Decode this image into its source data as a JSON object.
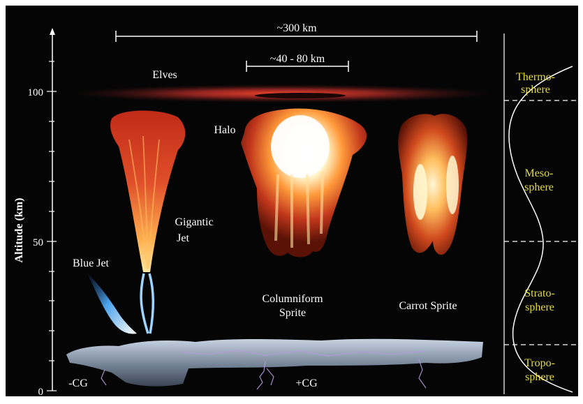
{
  "diagram": {
    "y_axis": {
      "label": "Altitude (km)",
      "ticks": [
        {
          "value": 0,
          "label": "0"
        },
        {
          "value": 50,
          "label": "50"
        },
        {
          "value": 100,
          "label": "100"
        }
      ]
    },
    "scales": {
      "width_300": "~300 km",
      "width_40_80": "~40 - 80 km"
    },
    "phenomena": {
      "elves": "Elves",
      "halo": "Halo",
      "gigantic_jet": [
        "Gigantic",
        "Jet"
      ],
      "blue_jet": "Blue Jet",
      "columniform_sprite": [
        "Columniform",
        "Sprite"
      ],
      "carrot_sprite": "Carrot Sprite",
      "neg_cg": "-CG",
      "pos_cg": "+CG"
    },
    "layers": [
      {
        "name": "thermosphere",
        "lines": [
          "Thermo-",
          "sphere"
        ]
      },
      {
        "name": "mesosphere",
        "lines": [
          "Meso-",
          "sphere"
        ]
      },
      {
        "name": "stratosphere",
        "lines": [
          "Strato-",
          "sphere"
        ]
      },
      {
        "name": "troposphere",
        "lines": [
          "Tropo-",
          "sphere"
        ]
      }
    ],
    "colors": {
      "background": "#050505",
      "text": "#ffffff",
      "layer_text": "#e6dc3c"
    }
  }
}
